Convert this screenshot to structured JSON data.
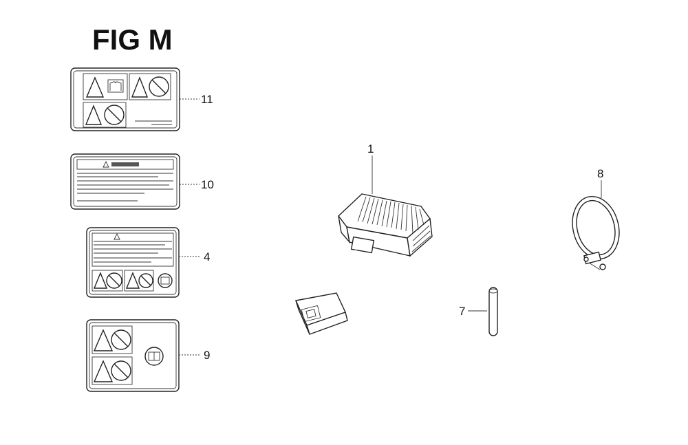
{
  "figure": {
    "title": "FIG M"
  },
  "callouts": {
    "label_11": "11",
    "label_10": "10",
    "label_4": "4",
    "label_9": "9",
    "regulator": "1",
    "clamp": "8",
    "pin": "7"
  }
}
